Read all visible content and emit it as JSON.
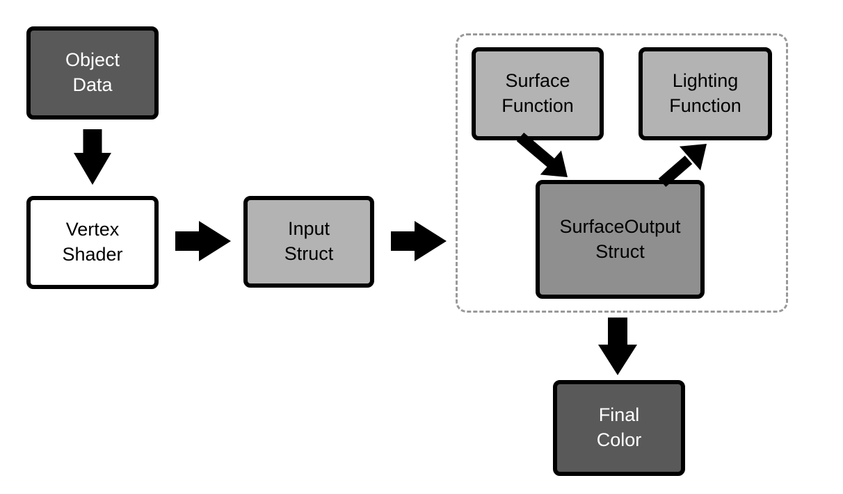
{
  "diagram": {
    "type": "flowchart",
    "nodes": {
      "object_data": {
        "label": "Object\nData",
        "fill": "#595959",
        "text_color": "#ffffff"
      },
      "vertex_shader": {
        "label": "Vertex\nShader",
        "fill": "#ffffff",
        "text_color": "#000000"
      },
      "input_struct": {
        "label": "Input\nStruct",
        "fill": "#b3b3b3",
        "text_color": "#000000"
      },
      "surface_function": {
        "label": "Surface\nFunction",
        "fill": "#b3b3b3",
        "text_color": "#000000"
      },
      "lighting_function": {
        "label": "Lighting\nFunction",
        "fill": "#b3b3b3",
        "text_color": "#000000"
      },
      "surface_output_struct": {
        "label": "SurfaceOutput\nStruct",
        "fill": "#8f8f8f",
        "text_color": "#000000"
      },
      "final_color": {
        "label": "Final\nColor",
        "fill": "#595959",
        "text_color": "#ffffff"
      }
    },
    "groups": [
      {
        "name": "surface-shader-group",
        "style": "dashed",
        "border_color": "#999999",
        "contains": [
          "surface_function",
          "lighting_function",
          "surface_output_struct"
        ]
      }
    ],
    "edges": [
      {
        "from": "object_data",
        "to": "vertex_shader",
        "direction": "down"
      },
      {
        "from": "vertex_shader",
        "to": "input_struct",
        "direction": "right"
      },
      {
        "from": "input_struct",
        "to": "surface-shader-group",
        "direction": "right"
      },
      {
        "from": "surface_function",
        "to": "surface_output_struct",
        "direction": "down-right"
      },
      {
        "from": "surface_output_struct",
        "to": "lighting_function",
        "direction": "up-right"
      },
      {
        "from": "surface-shader-group",
        "to": "final_color",
        "direction": "down"
      }
    ],
    "colors": {
      "box_border": "#000000",
      "arrow": "#000000",
      "group_border": "#999999",
      "background": "#ffffff"
    }
  }
}
